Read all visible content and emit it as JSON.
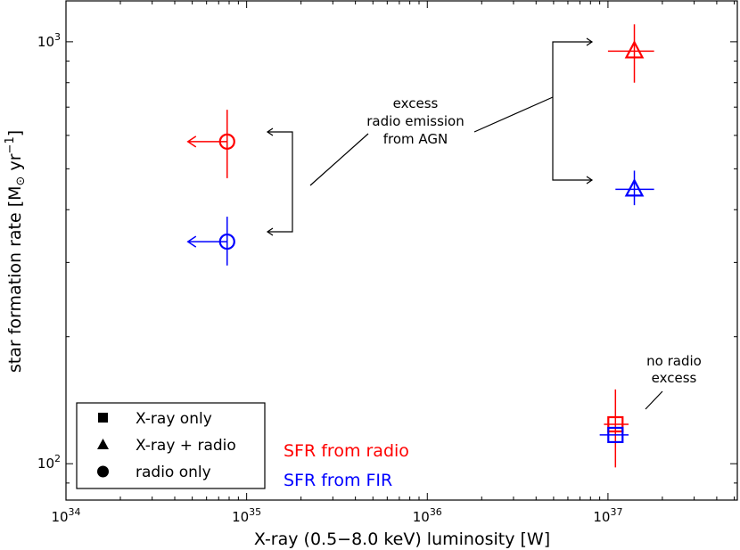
{
  "chart_data": {
    "type": "scatter",
    "xlabel": "X-ray (0.5−8.0 keV) luminosity [W]",
    "ylabel_main": "star formation rate [M",
    "ylabel_sub": "⊙",
    "ylabel_tail": " yr",
    "ylabel_sup": "−1",
    "ylabel_end": "]",
    "xscale": "log",
    "yscale": "log",
    "xlim": [
      1e+34,
      5.2e+37
    ],
    "ylim": [
      82,
      1250
    ],
    "x_ticks": [
      {
        "value": 1e+34,
        "base": "10",
        "exp": "34"
      },
      {
        "value": 1e+35,
        "base": "10",
        "exp": "35"
      },
      {
        "value": 1e+36,
        "base": "10",
        "exp": "36"
      },
      {
        "value": 1e+37,
        "base": "10",
        "exp": "37"
      }
    ],
    "y_ticks": [
      {
        "value": 100,
        "base": "10",
        "exp": "2"
      },
      {
        "value": 1000,
        "base": "10",
        "exp": "3"
      }
    ],
    "colors": {
      "radio": "#ff0000",
      "fir": "#0000ff"
    },
    "series": [
      {
        "name": "SFR from radio",
        "color": "#ff0000",
        "points": [
          {
            "x": 7.8e+34,
            "y": 580,
            "marker": "circle",
            "yerr": [
              475,
              690
            ],
            "upper_limit_x": true
          },
          {
            "x": 1.4e+37,
            "y": 950,
            "marker": "triangle",
            "yerr": [
              800,
              1100
            ],
            "xerr": [
              1e+37,
              1.8e+37
            ]
          },
          {
            "x": 1.1e+37,
            "y": 124,
            "marker": "square",
            "yerr": [
              98,
              150
            ],
            "xerr": [
              9.5e+36,
              1.3e+37
            ]
          }
        ]
      },
      {
        "name": "SFR from FIR",
        "color": "#0000ff",
        "points": [
          {
            "x": 7.8e+34,
            "y": 336,
            "marker": "circle",
            "yerr": [
              295,
              385
            ],
            "upper_limit_x": true
          },
          {
            "x": 1.4e+37,
            "y": 447,
            "marker": "triangle",
            "yerr": [
              410,
              495
            ],
            "xerr": [
              1.1e+37,
              1.8e+37
            ]
          },
          {
            "x": 1.1e+37,
            "y": 117,
            "marker": "square",
            "xerr": [
              9e+36,
              1.3e+37
            ]
          }
        ]
      }
    ],
    "legend": {
      "placement": "lower-left",
      "entries": [
        {
          "marker": "square",
          "label": "X-ray only"
        },
        {
          "marker": "triangle",
          "label": "X-ray + radio"
        },
        {
          "marker": "circle",
          "label": "radio only"
        }
      ]
    },
    "color_labels": [
      {
        "text": "SFR from radio",
        "color": "#ff0000"
      },
      {
        "text": "SFR from FIR",
        "color": "#0000ff"
      }
    ],
    "annotations": {
      "agn_line1": "excess",
      "agn_line2": "radio emission",
      "agn_line3": "from AGN",
      "noexcess_line1": "no radio",
      "noexcess_line2": "excess"
    }
  }
}
